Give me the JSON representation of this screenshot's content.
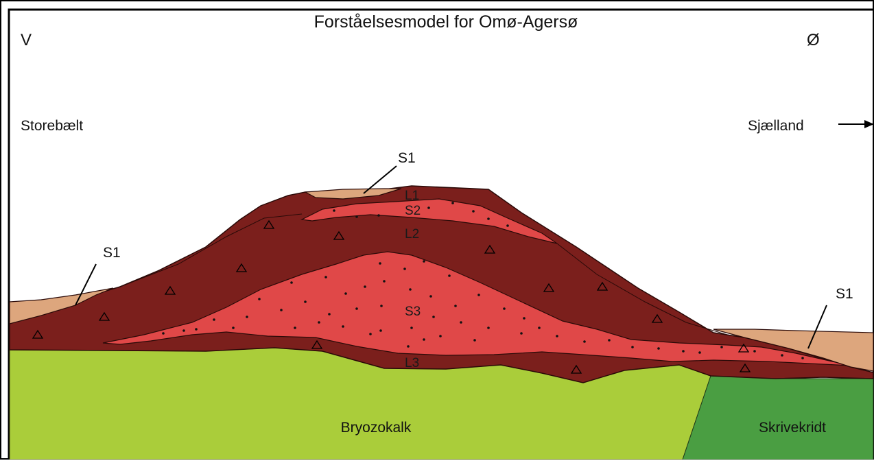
{
  "title": "Forståelsesmodel for Omø-Agersø",
  "directions": {
    "west": "V",
    "east": "Ø"
  },
  "regions": {
    "west": "Storebælt",
    "east": "Sjælland"
  },
  "units": {
    "s1_top": "S1",
    "s1_left": "S1",
    "s1_right": "S1",
    "l1": "L1",
    "s2": "S2",
    "l2": "L2",
    "s3": "S3",
    "l3": "L3"
  },
  "bedrock": {
    "left": "Bryozokalk",
    "right": "Skrivekridt"
  },
  "colors": {
    "till_dark": "#7b1f1c",
    "sand_red": "#e04848",
    "sand_light": "#dda67d",
    "bryozokalk": "#aacd3a",
    "skrivekridt": "#4a9e42",
    "outline": "#2a0a08"
  },
  "symbols": {
    "till": "triangle",
    "sand": "dots"
  }
}
